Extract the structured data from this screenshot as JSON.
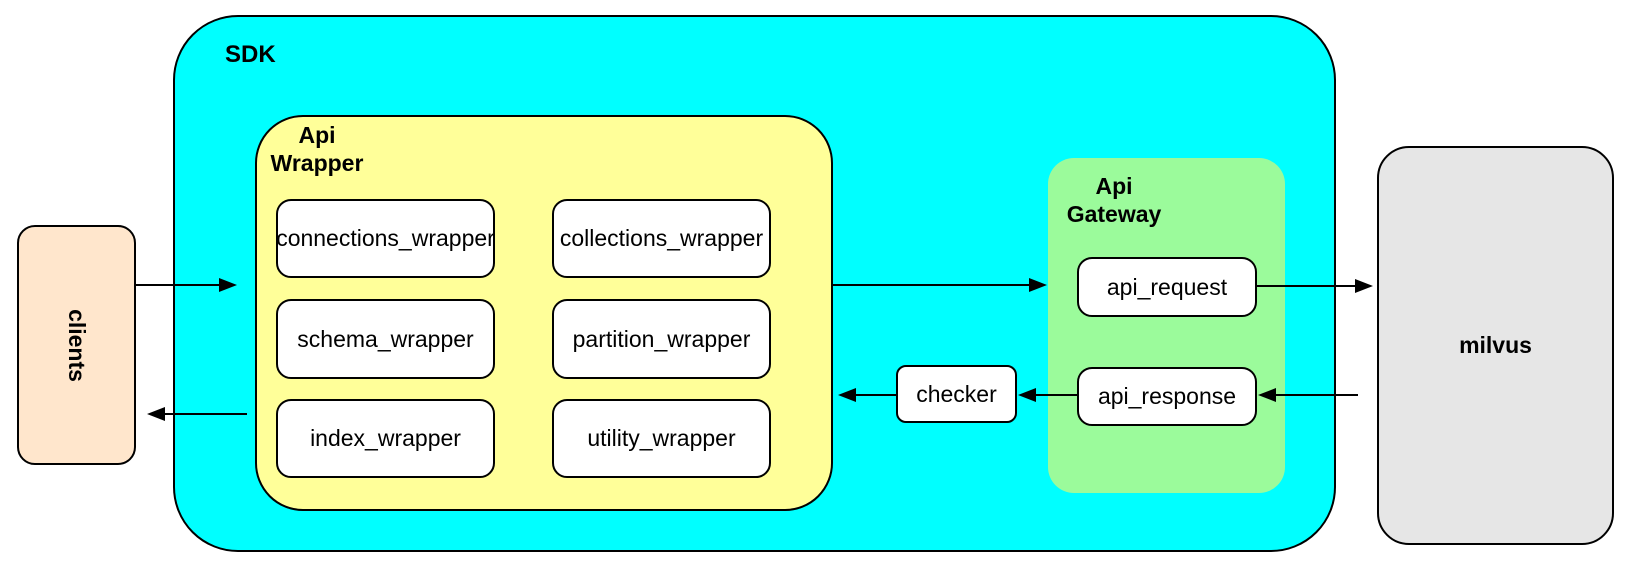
{
  "nodes": {
    "clients": {
      "label": "clients",
      "fill": "#FFE6CC"
    },
    "sdk": {
      "label": "SDK",
      "fill": "#00FFFF"
    },
    "api_wrapper": {
      "label": "Api\nWrapper",
      "fill": "#FFFF99",
      "boxes": [
        {
          "label": "connections_wrapper"
        },
        {
          "label": "collections_wrapper"
        },
        {
          "label": "schema_wrapper"
        },
        {
          "label": "partition_wrapper"
        },
        {
          "label": "index_wrapper"
        },
        {
          "label": "utility_wrapper"
        }
      ]
    },
    "checker": {
      "label": "checker",
      "fill": "#FFFFFF"
    },
    "api_gateway": {
      "label": "Api\nGateway",
      "fill": "#9BFB9B",
      "boxes": [
        {
          "label": "api_request"
        },
        {
          "label": "api_response"
        }
      ]
    },
    "milvus": {
      "label": "milvus",
      "fill": "#E6E6E6"
    }
  },
  "edges": [
    {
      "from": "clients",
      "to": "api_wrapper",
      "direction": "right"
    },
    {
      "from": "api_wrapper",
      "to": "api_gateway",
      "direction": "right"
    },
    {
      "from": "api_request",
      "to": "milvus",
      "direction": "right"
    },
    {
      "from": "milvus",
      "to": "api_response",
      "direction": "left"
    },
    {
      "from": "api_response",
      "to": "checker",
      "direction": "left"
    },
    {
      "from": "checker",
      "to": "api_wrapper",
      "direction": "left"
    },
    {
      "from": "api_wrapper",
      "to": "clients",
      "direction": "left"
    }
  ]
}
